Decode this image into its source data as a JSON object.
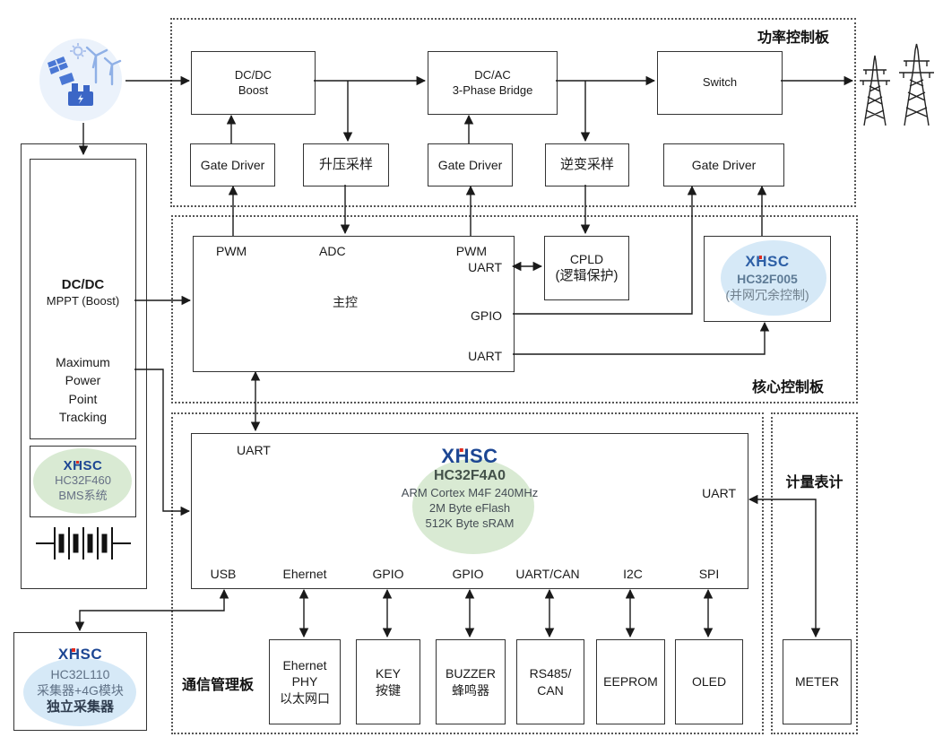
{
  "brand": {
    "navy": "#1c4693",
    "red": "#e02b20",
    "green_halo": "#d9ead3",
    "blue_halo": "#d6e9f7"
  },
  "boards": {
    "power": {
      "label": "功率控制板"
    },
    "core": {
      "label": "核心控制板"
    },
    "comm": {
      "label": "通信管理板"
    },
    "meter": {
      "label": "计量表计"
    }
  },
  "power": {
    "boost": {
      "l1": "DC/DC",
      "l2": "Boost"
    },
    "bridge": {
      "l1": "DC/AC",
      "l2": "3-Phase Bridge"
    },
    "switch": {
      "l1": "Switch"
    },
    "gate1": "Gate Driver",
    "gate2": "Gate Driver",
    "gate3": "Gate Driver",
    "boost_sample": "升压采样",
    "inv_sample": "逆变采样"
  },
  "core": {
    "main": {
      "pwm_l": "PWM",
      "adc": "ADC",
      "pwm_r": "PWM",
      "uart_t": "UART",
      "title": "主控",
      "gpio": "GPIO",
      "uart_b": "UART"
    },
    "cpld": {
      "l1": "CPLD",
      "l2": "(逻辑保护)"
    },
    "f005": {
      "logo": "XHSC",
      "part": "HC32F005",
      "desc": "(并网冗余控制)"
    }
  },
  "comm": {
    "mcu": {
      "uart_l": "UART",
      "logo": "XHSC",
      "part": "HC32F4A0",
      "spec1": "ARM Cortex M4F 240MHz",
      "spec2": "2M Byte eFlash",
      "spec3": "512K Byte sRAM",
      "uart_r": "UART",
      "ports": [
        "USB",
        "Ehernet",
        "GPIO",
        "GPIO",
        "UART/CAN",
        "I2C",
        "SPI"
      ]
    },
    "phy": {
      "l1": "Ehernet",
      "l2": "PHY",
      "l3": "以太网口"
    },
    "key": {
      "l1": "KEY",
      "l2": "按键"
    },
    "buzzer": {
      "l1": "BUZZER",
      "l2": "蜂鸣器"
    },
    "rs485": {
      "l1": "RS485/",
      "l2": "CAN"
    },
    "eeprom": {
      "l1": "EEPROM"
    },
    "oled": {
      "l1": "OLED"
    }
  },
  "meter": {
    "box": "METER"
  },
  "left": {
    "mppt": {
      "title": "DC/DC",
      "sub": "MPPT (Boost)",
      "d1": "Maximum",
      "d2": "Power",
      "d3": "Point",
      "d4": "Tracking"
    },
    "bms": {
      "logo": "XHSC",
      "part": "HC32F460",
      "desc": "BMS系统"
    },
    "collector": {
      "logo": "XHSC",
      "part": "HC32L110",
      "d1": "采集器+4G模块",
      "d2": "独立采集器"
    }
  }
}
